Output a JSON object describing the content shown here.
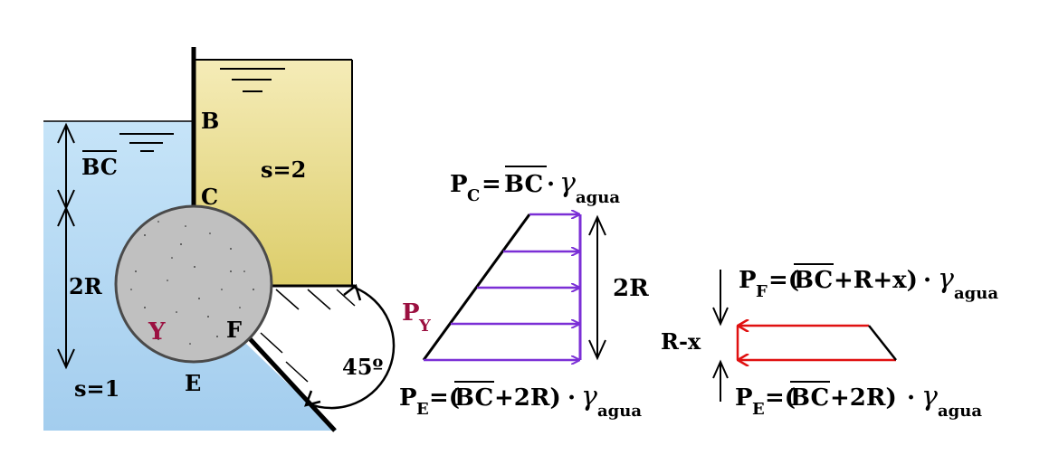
{
  "labels": {
    "b": "B",
    "c": "C",
    "e": "E",
    "f": "F",
    "y": "Y",
    "s1": "s=1",
    "s2": "s=2",
    "bc": "BC",
    "two_r": "2R",
    "angle": "45º",
    "two_r_mid": "2R",
    "r_minus_x": "R-x"
  },
  "formulas": {
    "pc": {
      "p": "P",
      "sub": "C",
      "eq": "= ",
      "bc": "BC",
      "dot": "·",
      "gamma": "γ",
      "gsub": "agua"
    },
    "pe_mid": {
      "p": "P",
      "sub": "E",
      "eq": "=(",
      "bc": "BC",
      "rest": "+2R)",
      "dot": "·",
      "gamma": "γ",
      "gsub": "agua"
    },
    "py": {
      "p": "P",
      "sub": "Y"
    },
    "pf": {
      "p": "P",
      "sub": "F",
      "eq": "=(",
      "bc": "BC",
      "rest": "+R+x)",
      "dot": "·",
      "gamma": "γ",
      "gsub": "agua"
    },
    "pe_right": {
      "p": "P",
      "sub": "E",
      "eq": "=(",
      "bc": "BC",
      "rest": "+2R)",
      "dot": "·",
      "gamma": "γ",
      "gsub": "agua"
    }
  },
  "colors": {
    "water_top": "#c6e4f8",
    "water_bottom": "#a3cdee",
    "fluid2_top": "#f3eab2",
    "fluid2_bottom": "#dccd6a",
    "sphere": "#c0c0c0",
    "violet": "#7b2fd6",
    "red": "#e01010",
    "y_label": "#9b1040"
  }
}
